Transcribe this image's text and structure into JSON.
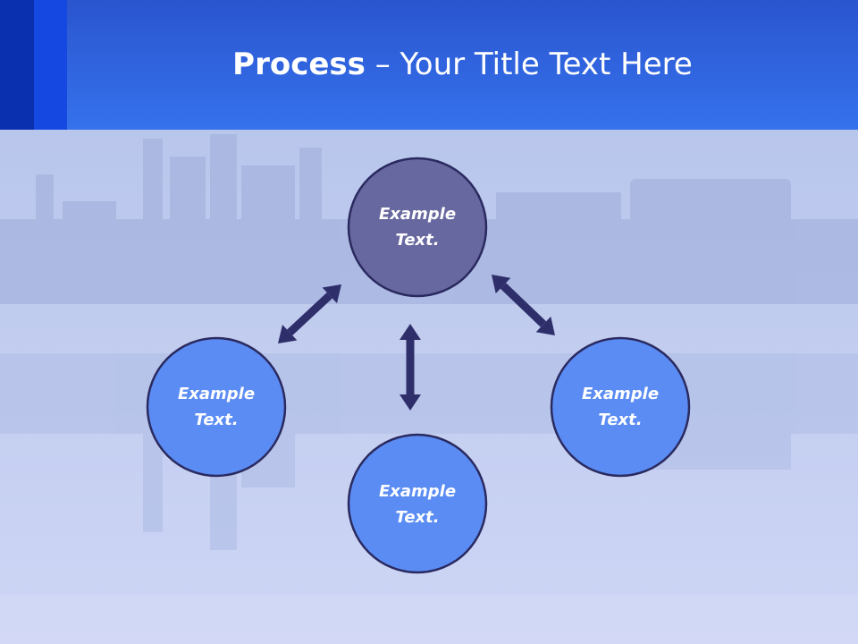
{
  "header": {
    "title_bold": "Process",
    "title_sep": " – ",
    "title_rest": "Your Title Text Here"
  },
  "diagram": {
    "nodes": [
      {
        "id": "top",
        "line1": "Example",
        "line2": "Text.",
        "fill": "#6868a0"
      },
      {
        "id": "left",
        "line1": "Example",
        "line2": "Text.",
        "fill": "#5b8cf4"
      },
      {
        "id": "right",
        "line1": "Example",
        "line2": "Text.",
        "fill": "#5b8cf4"
      },
      {
        "id": "bottom",
        "line1": "Example",
        "line2": "Text.",
        "fill": "#5b8cf4"
      }
    ],
    "arrow_color": "#2e2e6a",
    "outline_color": "#2a2a60"
  }
}
